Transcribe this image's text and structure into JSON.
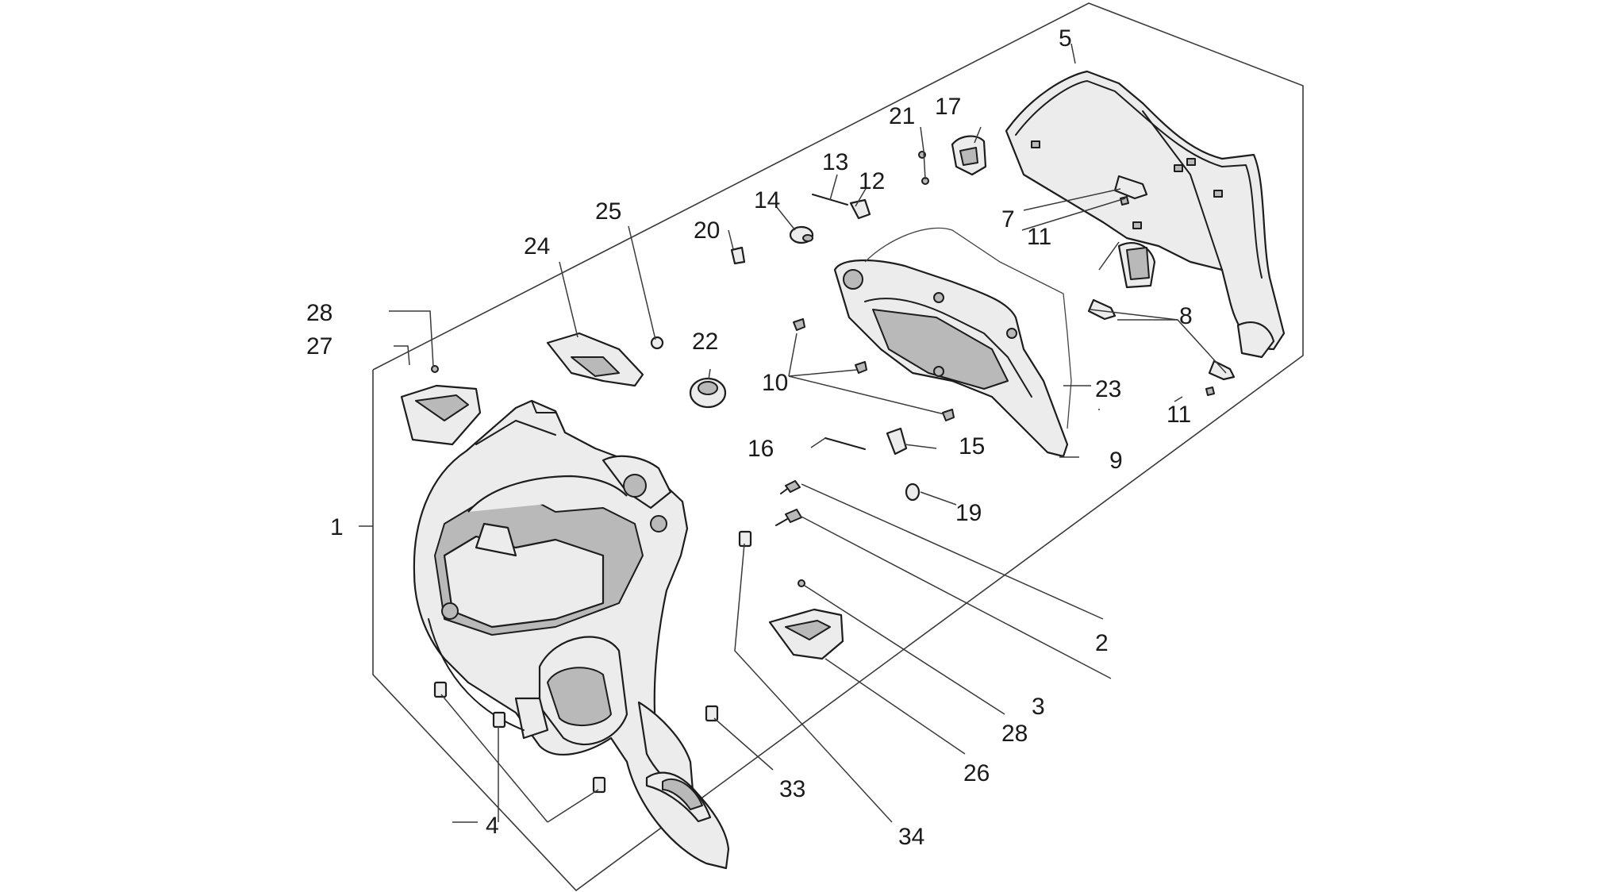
{
  "diagram": {
    "labels": {
      "l1": "1",
      "l2": "2",
      "l3": "3",
      "l4": "4",
      "l5": "5",
      "l7": "7",
      "l8": "8",
      "l9": "9",
      "l10": "10",
      "l11a": "11",
      "l11b": "11",
      "l12": "12",
      "l13": "13",
      "l14": "14",
      "l15": "15",
      "l16": "16",
      "l17": "17",
      "l19": "19",
      "l20": "20",
      "l21": "21",
      "l22": "22",
      "l23": "23",
      "l24": "24",
      "l25": "25",
      "l26": "26",
      "l27": "27",
      "l28a": "28",
      "l28b": "28",
      "l33": "33",
      "l34": "34"
    }
  }
}
